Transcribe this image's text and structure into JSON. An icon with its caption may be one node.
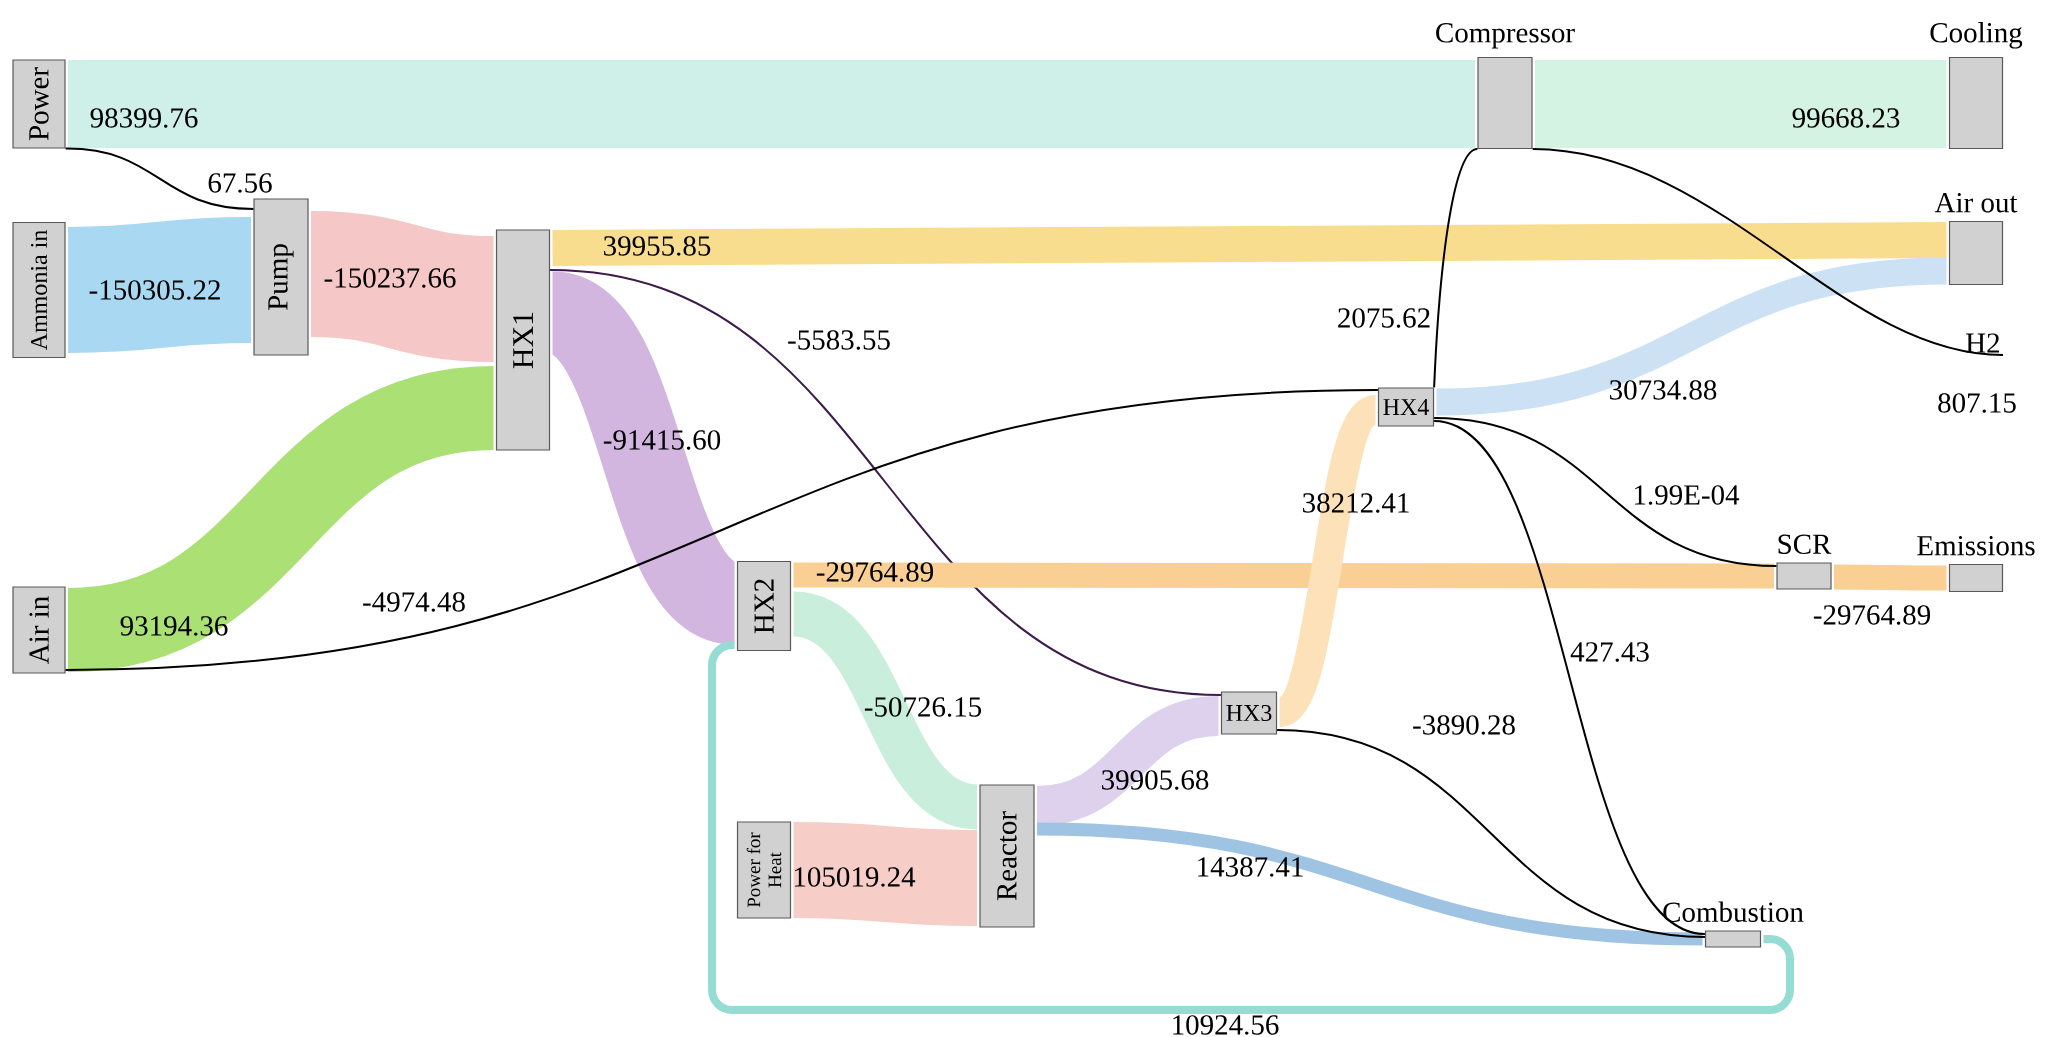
{
  "diagram": {
    "nodes": [
      {
        "text": [
          "Power"
        ]
      },
      {
        "text": [
          "Ammonia in"
        ]
      },
      {
        "text": [
          "Air in"
        ]
      },
      {
        "text": [
          "Pump"
        ]
      },
      {
        "text": [
          "HX1"
        ]
      },
      {
        "text": [
          "HX2"
        ]
      },
      {
        "text": [
          "Reactor"
        ]
      },
      {
        "text": [
          "Power for Heat"
        ]
      },
      {
        "text": [
          "HX3"
        ]
      },
      {
        "text": [
          "HX4"
        ]
      },
      {
        "text": [
          "Compressor"
        ]
      },
      {
        "text": [
          "Cooling"
        ]
      },
      {
        "text": [
          "Air out"
        ]
      },
      {
        "text": [
          "H2"
        ]
      },
      {
        "text": [
          "SCR"
        ]
      },
      {
        "text": [
          "Emissions"
        ]
      },
      {
        "text": [
          "Combustion"
        ]
      }
    ],
    "edges": [
      {
        "from": 0,
        "to": 10,
        "arrow": "none",
        "label": "98399.76",
        "style": "thick",
        "color": "#cff0e8"
      },
      {
        "from": 10,
        "to": 11,
        "arrow": "none",
        "label": "99668.23",
        "style": "thick",
        "color": "#d5f3e2"
      },
      {
        "from": 0,
        "to": 3,
        "arrow": "none",
        "label": "67.56"
      },
      {
        "from": 1,
        "to": 3,
        "arrow": "none",
        "label": "-150305.22",
        "style": "thick",
        "color": "#a9d8f2"
      },
      {
        "from": 3,
        "to": 4,
        "arrow": "none",
        "label": "-150237.66",
        "style": "thick",
        "color": "#f6c7c7"
      },
      {
        "from": 2,
        "to": 4,
        "arrow": "none",
        "label": "93194.36",
        "style": "thick",
        "color": "#abe074"
      },
      {
        "from": 4,
        "to": 12,
        "arrow": "none",
        "label": "39955.85",
        "color": "#f9dd8e"
      },
      {
        "from": 4,
        "to": 8,
        "arrow": "none",
        "label": "-5583.55",
        "color": "#3c1a4a"
      },
      {
        "from": 4,
        "to": 5,
        "arrow": "none",
        "label": "-91415.60",
        "style": "thick",
        "color": "#d2b6e0"
      },
      {
        "from": 2,
        "to": 9,
        "arrow": "none",
        "label": "-4974.48"
      },
      {
        "from": 5,
        "to": 14,
        "arrow": "none",
        "label": "-29764.89",
        "color": "#f9cf94"
      },
      {
        "from": 5,
        "to": 6,
        "arrow": "none",
        "label": "-50726.15",
        "style": "thick",
        "color": "#c9efdc"
      },
      {
        "from": 16,
        "to": 5,
        "arrow": "none",
        "label": "10924.56",
        "color": "#95ddd2"
      },
      {
        "from": 7,
        "to": 6,
        "arrow": "none",
        "label": "105019.24",
        "style": "thick",
        "color": "#f7cdc8"
      },
      {
        "from": 6,
        "to": 8,
        "arrow": "none",
        "label": "39905.68",
        "color": "#ddd1ed"
      },
      {
        "from": 6,
        "to": 16,
        "arrow": "none",
        "label": "14387.41",
        "color": "#9fc3e3"
      },
      {
        "from": 8,
        "to": 9,
        "arrow": "none",
        "label": "38212.41",
        "color": "#fde1b9"
      },
      {
        "from": 8,
        "to": 16,
        "arrow": "none",
        "label": "-3890.28"
      },
      {
        "from": 9,
        "to": 10,
        "arrow": "none",
        "label": "2075.62"
      },
      {
        "from": 9,
        "to": 12,
        "arrow": "none",
        "label": "30734.88",
        "color": "#cde1f5"
      },
      {
        "from": 9,
        "to": 14,
        "arrow": "none",
        "label": "1.99E-04"
      },
      {
        "from": 9,
        "to": 16,
        "arrow": "none",
        "label": "427.43"
      },
      {
        "from": 14,
        "to": 15,
        "arrow": "none",
        "label": "-29764.89",
        "color": "#f9cf94"
      },
      {
        "from": 10,
        "to": 13,
        "arrow": "none",
        "label": "807.15"
      }
    ]
  }
}
